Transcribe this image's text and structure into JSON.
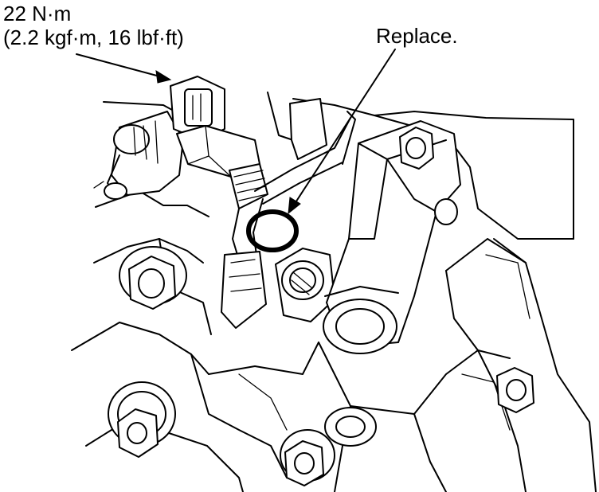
{
  "labels": {
    "torque_value": "22 N·m",
    "torque_alt": "(2.2 kgf·m, 16 lbf·ft)",
    "replace_note": "Replace."
  },
  "colors": {
    "ink": "#000000",
    "paper": "#ffffff"
  }
}
